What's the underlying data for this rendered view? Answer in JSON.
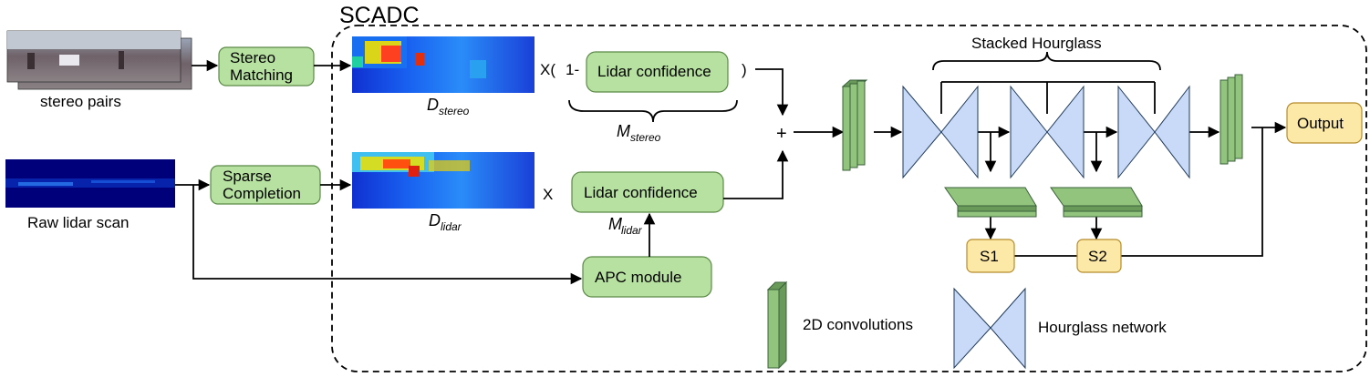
{
  "title": "SCADC",
  "inputs": {
    "stereo_label": "stereo pairs",
    "lidar_label": "Raw lidar scan"
  },
  "modules": {
    "stereo_matching": [
      "Stereo",
      "Matching"
    ],
    "sparse_completion": [
      "Sparse",
      "Completion"
    ],
    "lidar_confidence_top": "Lidar confidence",
    "lidar_confidence_bottom": "Lidar confidence",
    "apc_module": "APC module",
    "output": "Output",
    "s1": "S1",
    "s2": "S2"
  },
  "maps": {
    "d_stereo": {
      "main": "D",
      "sub": "stereo"
    },
    "d_lidar": {
      "main": "D",
      "sub": "lidar"
    },
    "m_stereo": {
      "main": "M",
      "sub": "stereo"
    },
    "m_lidar": {
      "main": "M",
      "sub": "lidar"
    }
  },
  "operators": {
    "times_open": "X(",
    "one_minus": "1-",
    "close_paren": ")",
    "times": "X",
    "plus": "+"
  },
  "stacked_hourglass_label": "Stacked Hourglass",
  "legend": {
    "conv_label": "2D convolutions",
    "hourglass_label": "Hourglass network"
  },
  "colors": {
    "module_fill": "#b7e1a1",
    "output_fill": "#fde9a7",
    "hourglass_fill": "#c9daf8",
    "conv_fill": "#93c47d"
  }
}
